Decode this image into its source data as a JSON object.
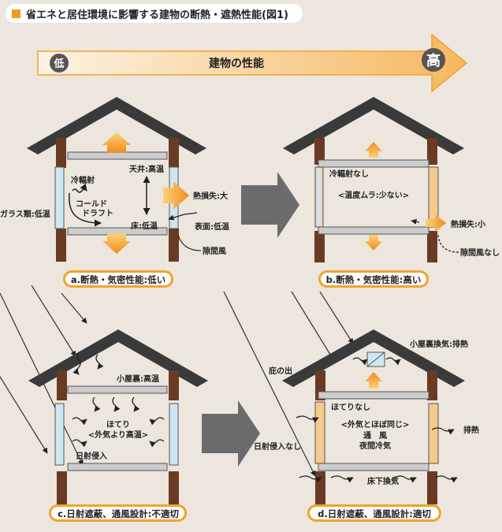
{
  "title": "省エネと居住環境に影響する建物の断熱・遮熱性能(図1)",
  "scale": {
    "label": "建物の性能",
    "low": "低",
    "high": "高"
  },
  "panels": {
    "a": {
      "caption": "a.断熱・気密性能:低い",
      "labels": {
        "cold_radiation": "冷輻射",
        "cold_draft_1": "コールド",
        "cold_draft_2": "ドラフト",
        "ceiling": "天井:高温",
        "floor": "床:低温",
        "heat_loss": "熱損失:大",
        "glass": "ガラス類:低温",
        "surface": "表面:低温",
        "gap_wind": "隙間風"
      }
    },
    "b": {
      "caption": "b.断熱・気密性能:高い",
      "labels": {
        "no_cold_radiation": "冷輻射なし",
        "temp_unevenness": "<温度ムラ:少ない>",
        "heat_loss": "熱損失:小",
        "no_gap_wind": "隙間風なし"
      }
    },
    "c": {
      "caption": "c.日射遮蔽、通風設計:不適切",
      "labels": {
        "attic": "小屋裏:高温",
        "hot_1": "ほてり",
        "hot_2": "<外気より高温>",
        "solar_entry": "日射侵入"
      }
    },
    "d": {
      "caption": "d.日射遮蔽、通風設計:適切",
      "labels": {
        "attic_vent": "小屋裏換気:排熱",
        "eaves": "庇の出",
        "no_hot": "ほてりなし",
        "same_as_outside": "<外気とほぼ同じ>",
        "ventilation": "通　風",
        "night_cooling": "夜間冷気",
        "exhaust": "排熱",
        "no_solar_entry": "日射侵入なし",
        "underfloor": "床下換気"
      }
    }
  },
  "colors": {
    "accent": "#f29a1f",
    "pill": "#f0a32a",
    "roof": "#3a3a3a",
    "post": "#6b3a24",
    "glass": "#cfe6f2",
    "insulation": "#f6c98d",
    "background": "#ece6de"
  }
}
